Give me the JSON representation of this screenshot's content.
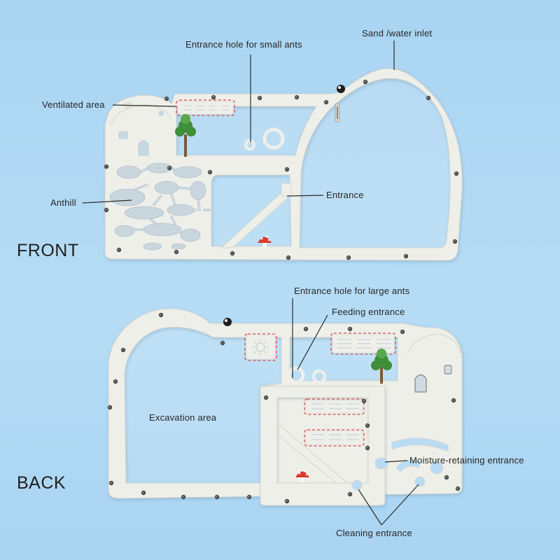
{
  "views": {
    "front": "FRONT",
    "back": "BACK"
  },
  "front_callouts": {
    "sand_water_inlet": "Sand /water inlet",
    "entrance_hole_small_ants": "Entrance hole for small ants",
    "ventilated_area": "Ventilated area",
    "anthill": "Anthill",
    "entrance": "Entrance"
  },
  "back_callouts": {
    "entrance_hole_large_ants": "Entrance hole for large ants",
    "feeding_entrance": "Feeding entrance",
    "excavation_area": "Excavation area",
    "moisture_retaining_entrance": "Moisture-retaining entrance",
    "cleaning_entrance": "Cleaning entrance"
  },
  "colors": {
    "background": "#a9d4f2",
    "panel": "#efefea",
    "screw": "#4d4d4d",
    "callout_line": "#2a2a2a",
    "highlight_dash": "#d24b4b",
    "tree_foliage": "#3e8e3a",
    "mushroom_cap": "#d93a2b",
    "label_text": "#262626"
  }
}
